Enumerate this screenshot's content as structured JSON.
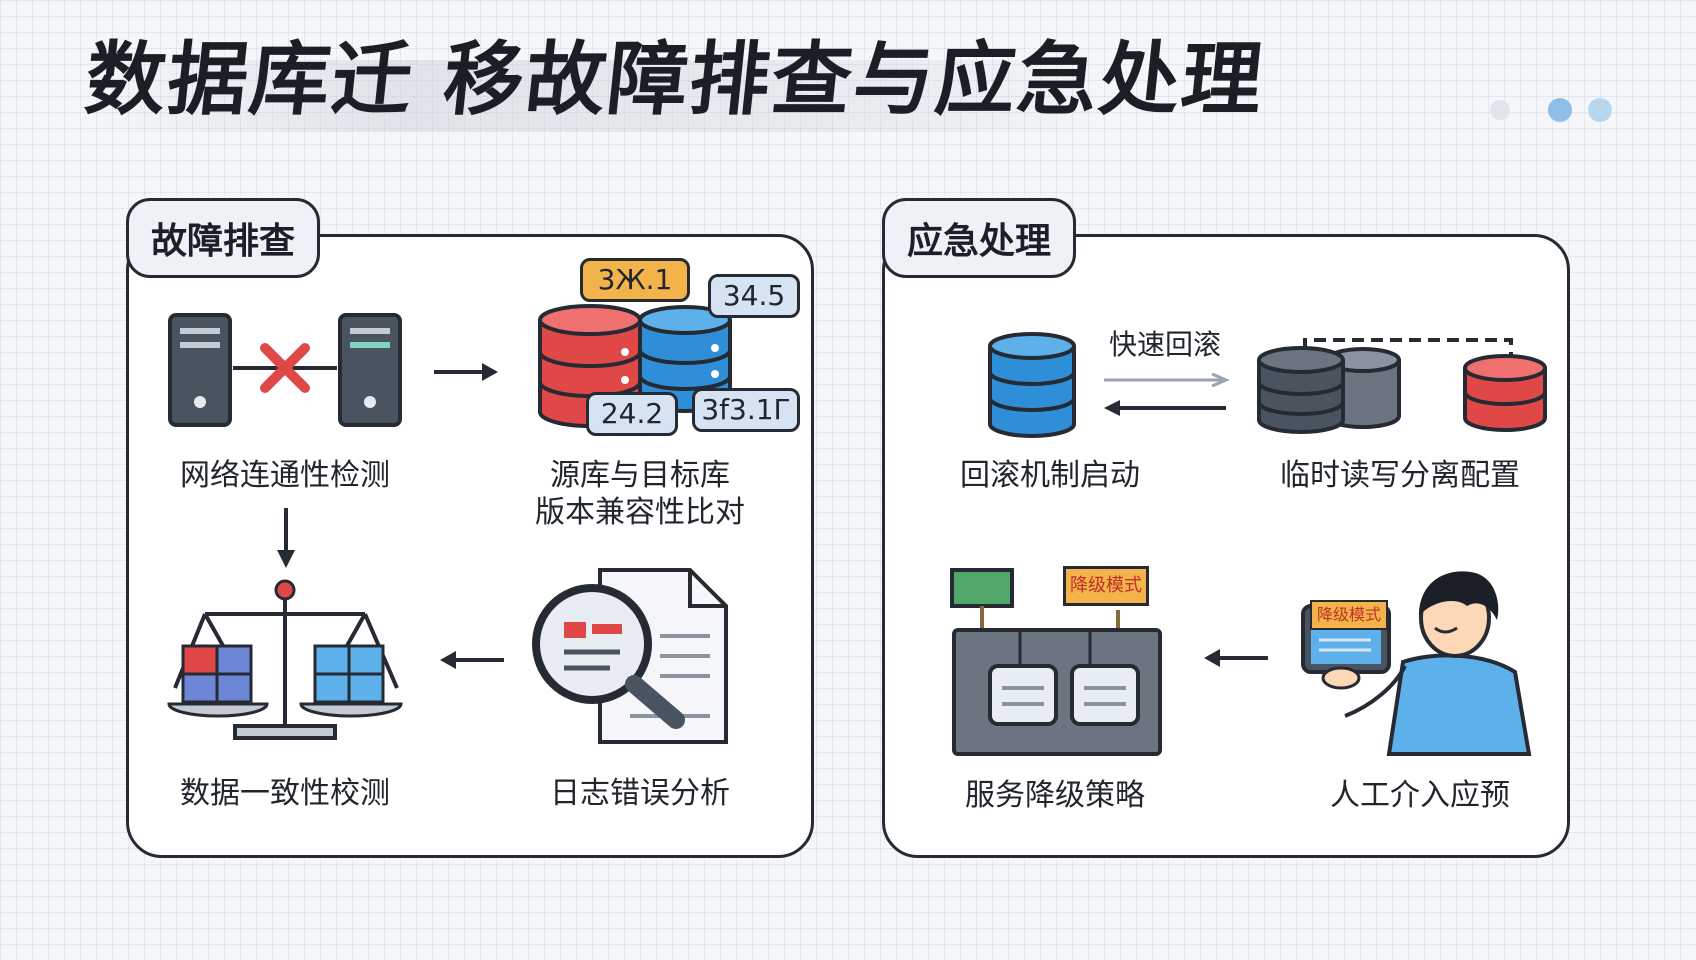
{
  "title": "数据库迁 移故障排查与应急处理",
  "left_panel": {
    "tab": "故障排查",
    "steps": {
      "network": "网络连通性检测",
      "version_line1": "源库与目标库",
      "version_line2": "版本兼容性比对",
      "log": "日志错误分析",
      "consistency": "数据一致性校测"
    },
    "version_tags": [
      "3Ж.1",
      "34.5",
      "24.2",
      "3f3.1Г"
    ]
  },
  "right_panel": {
    "tab": "应急处理",
    "rollback_caption": "快速回滚",
    "steps": {
      "rollback": "回滚机制启动",
      "rw_split": "临时读写分离配置",
      "degrade": "服务降级策略",
      "manual": "人工介入应预"
    },
    "degrade_sign": "降级模式",
    "tablet_sign": "降级模式"
  },
  "colors": {
    "red": "#e04848",
    "blue": "#2e8fd8",
    "dark": "#4a5360",
    "orange": "#f2b44a",
    "outline": "#252a33"
  }
}
